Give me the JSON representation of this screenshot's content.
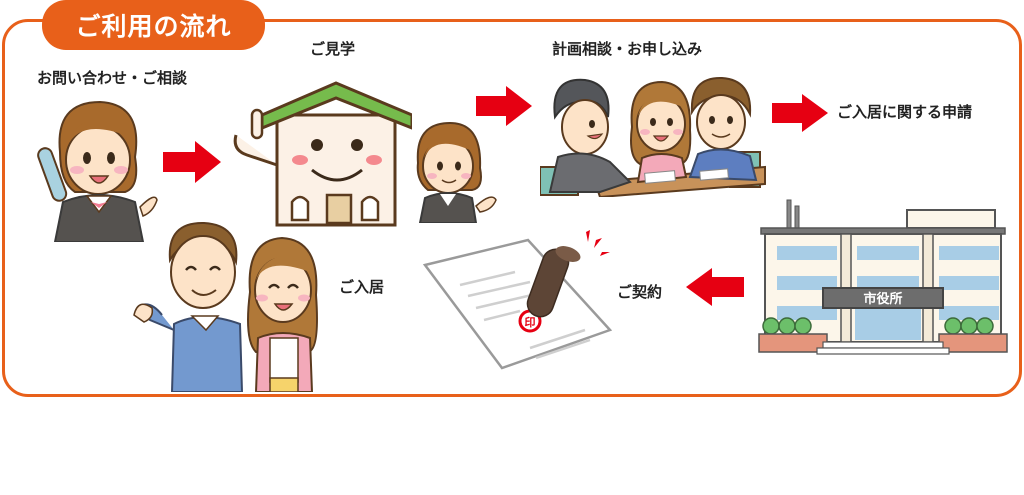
{
  "header": {
    "title": "ご利用の流れ"
  },
  "colors": {
    "frame_border": "#e8601a",
    "title_bg": "#e8601a",
    "arrow": "#e60012",
    "text": "#222222"
  },
  "steps": [
    {
      "label": "お問い合わせ・ご相談",
      "illustration": "receptionist-on-phone"
    },
    {
      "label": "ご見学",
      "illustration": "smiling-house-with-guide"
    },
    {
      "label": "計画相談・お申し込み",
      "illustration": "consultation-meeting"
    },
    {
      "label": "ご入居に関する申請",
      "illustration": ""
    },
    {
      "label": "市役所",
      "illustration": "city-hall-building"
    },
    {
      "label": "ご契約",
      "illustration": "document-with-seal-stamp"
    },
    {
      "label": "ご入居",
      "illustration": "happy-couple"
    }
  ],
  "arrows": [
    {
      "direction": "right",
      "from": "お問い合わせ・ご相談",
      "to": "ご見学"
    },
    {
      "direction": "right",
      "from": "ご見学",
      "to": "計画相談・お申し込み"
    },
    {
      "direction": "right",
      "from": "計画相談・お申し込み",
      "to": "ご入居に関する申請"
    },
    {
      "direction": "left",
      "from": "市役所",
      "to": "ご契約"
    }
  ],
  "city_hall_sign": "市役所",
  "stamp_mark": "印"
}
